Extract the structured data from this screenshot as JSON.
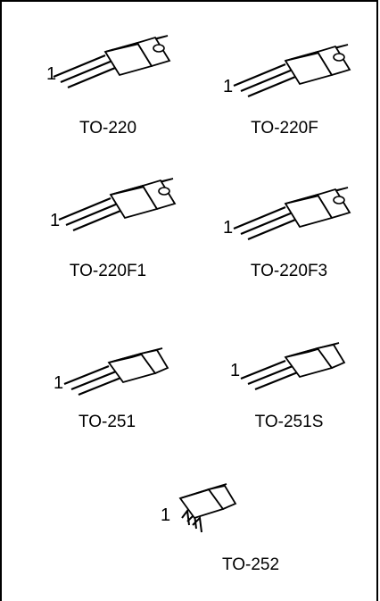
{
  "packages": [
    {
      "key": "to220",
      "label": "TO-220",
      "pin_label": "1"
    },
    {
      "key": "to220f",
      "label": "TO-220F",
      "pin_label": "1"
    },
    {
      "key": "to220f1",
      "label": "TO-220F1",
      "pin_label": "1"
    },
    {
      "key": "to220f3",
      "label": "TO-220F3",
      "pin_label": "1"
    },
    {
      "key": "to251",
      "label": "TO-251",
      "pin_label": "1"
    },
    {
      "key": "to251s",
      "label": "TO-251S",
      "pin_label": "1"
    },
    {
      "key": "to252",
      "label": "TO-252",
      "pin_label": "1"
    }
  ],
  "colors": {
    "line": "#000000",
    "background": "#ffffff"
  }
}
